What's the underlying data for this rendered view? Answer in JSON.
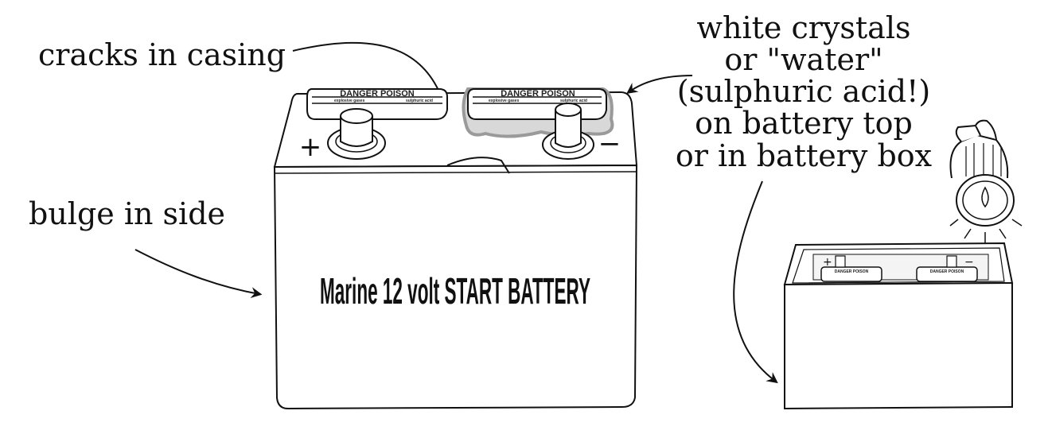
{
  "labels": {
    "cracks": "cracks in casing",
    "bulge": "bulge in side",
    "crystals": [
      "white crystals",
      "or \"water\"",
      "(sulphuric acid!)",
      "on battery top",
      "or in battery box"
    ]
  },
  "battery": {
    "text": "Marine 12 volt  START BATTERY",
    "plus": "+",
    "minus": "−",
    "cap_title": "DANGER   POISON",
    "cap_left_sub": "explosive gases",
    "cap_right_sub": "sulphuric acid",
    "small_cap_text": "DANGER  POISON"
  },
  "icons": [
    "arrow-icon",
    "flashlight-icon"
  ],
  "colors": {
    "ink": "#111111",
    "stain": "#9a9a9a"
  }
}
